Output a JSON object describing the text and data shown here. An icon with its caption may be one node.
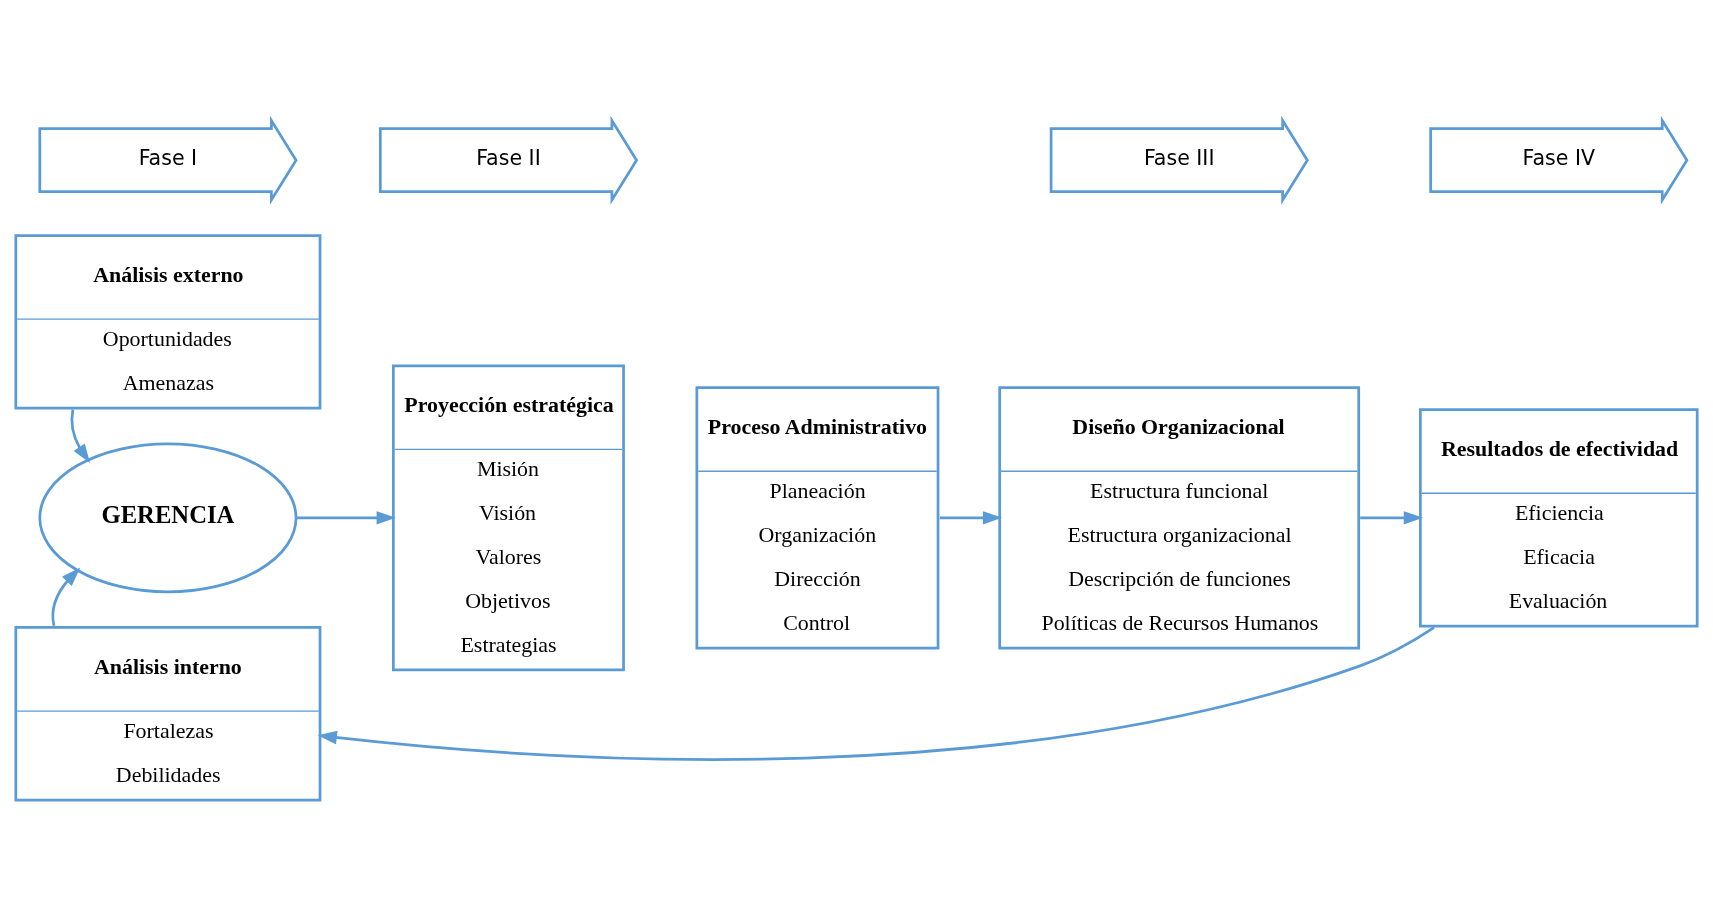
{
  "diagram": {
    "nodes": [
      {
        "text": [
          "Fase I"
        ]
      },
      {
        "text": [
          "Fase II"
        ]
      },
      {
        "text": [
          "Fase III"
        ]
      },
      {
        "text": [
          "Fase IV"
        ]
      },
      {
        "text": [
          "Análisis externo",
          "Oportunidades",
          "Amenazas"
        ]
      },
      {
        "text": [
          "GERENCIA"
        ]
      },
      {
        "text": [
          "Análisis interno",
          "Fortalezas",
          "Debilidades"
        ]
      },
      {
        "text": [
          "Proyección estratégica",
          "Misión",
          "Visión",
          "Valores",
          "Objetivos",
          "Estrategias"
        ]
      },
      {
        "text": [
          "Proceso Administrativo",
          "Planeación",
          "Organización",
          "Dirección",
          "Control"
        ]
      },
      {
        "text": [
          "Diseño Organizacional",
          "Estructura funcional",
          "Estructura organizacional",
          "Descripción de funciones",
          "Políticas de Recursos Humanos"
        ]
      },
      {
        "text": [
          "Resultados de efectividad",
          "Eficiencia",
          "Eficacia",
          "Evaluación"
        ]
      }
    ],
    "edges": [
      {
        "from": 4,
        "to": 5,
        "arrow": "to"
      },
      {
        "from": 6,
        "to": 5,
        "arrow": "to"
      },
      {
        "from": 5,
        "to": 7,
        "arrow": "to"
      },
      {
        "from": 8,
        "to": 9,
        "arrow": "to"
      },
      {
        "from": 9,
        "to": 10,
        "arrow": "to"
      },
      {
        "from": 10,
        "to": 6,
        "arrow": "to"
      }
    ]
  }
}
